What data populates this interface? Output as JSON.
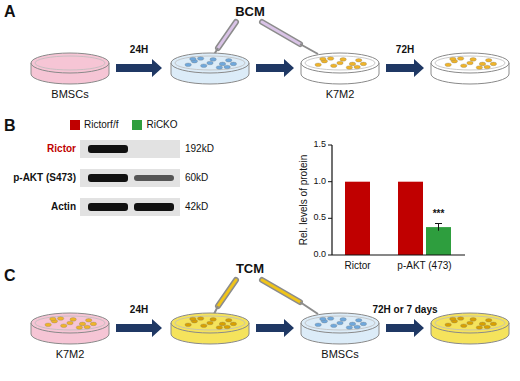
{
  "diagram": {
    "nodes": [
      {
        "text": [
          "BMSCs"
        ]
      },
      {
        "text": [
          "K7M2"
        ]
      },
      {
        "text": [
          "K7M2"
        ]
      },
      {
        "text": [
          "BMSCs"
        ]
      }
    ],
    "labels": [
      "A",
      "BCM",
      "24H",
      "72H",
      "B",
      "Rictor",
      "p-AKT (S473)",
      "Actin",
      "192kD",
      "60kD",
      "42kD",
      "Rel. levels of protein",
      "1.5",
      "1.0",
      "0.5",
      "0.0",
      "***",
      "Rictor",
      "p-AKT (473)",
      "C",
      "TCM",
      "24H",
      "72H or 7 days"
    ],
    "legend": [
      {
        "text": "Rictorf/f",
        "color": "#c00000"
      },
      {
        "text": "RiCKO",
        "color": "#2e9e3e"
      }
    ]
  }
}
